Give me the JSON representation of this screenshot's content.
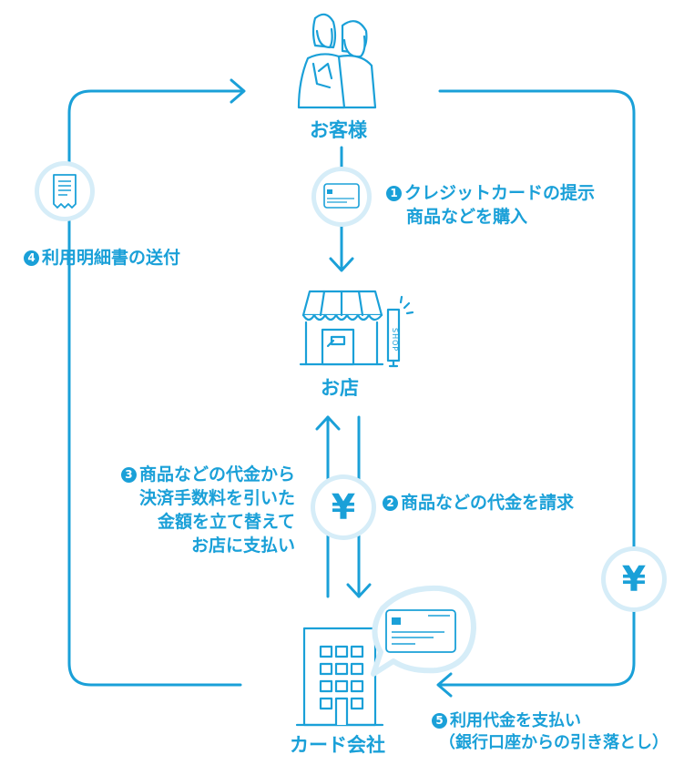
{
  "nodes": {
    "customer": "お客様",
    "shop": "お店",
    "card_company": "カード会社",
    "shop_sign": "SHOP"
  },
  "steps": {
    "s1": {
      "num": "1",
      "line1": "クレジットカードの提示",
      "line2": "商品などを購入"
    },
    "s2": {
      "num": "2",
      "line1": "商品などの代金を請求"
    },
    "s3": {
      "num": "3",
      "line1": "商品などの代金から",
      "line2": "決済手数料を引いた",
      "line3": "金額を立て替えて",
      "line4": "お店に支払い"
    },
    "s4": {
      "num": "4",
      "line1": "利用明細書の送付"
    },
    "s5": {
      "num": "5",
      "line1": "利用代金を支払い",
      "line2": "（銀行口座からの引き落とし）"
    }
  },
  "symbols": {
    "yen": "¥"
  },
  "colors": {
    "primary": "#1aa0d8",
    "light": "#d6edf8"
  },
  "icons": [
    "customers-icon",
    "credit-card-icon",
    "shop-icon",
    "receipt-icon",
    "yen-icon",
    "building-icon"
  ]
}
